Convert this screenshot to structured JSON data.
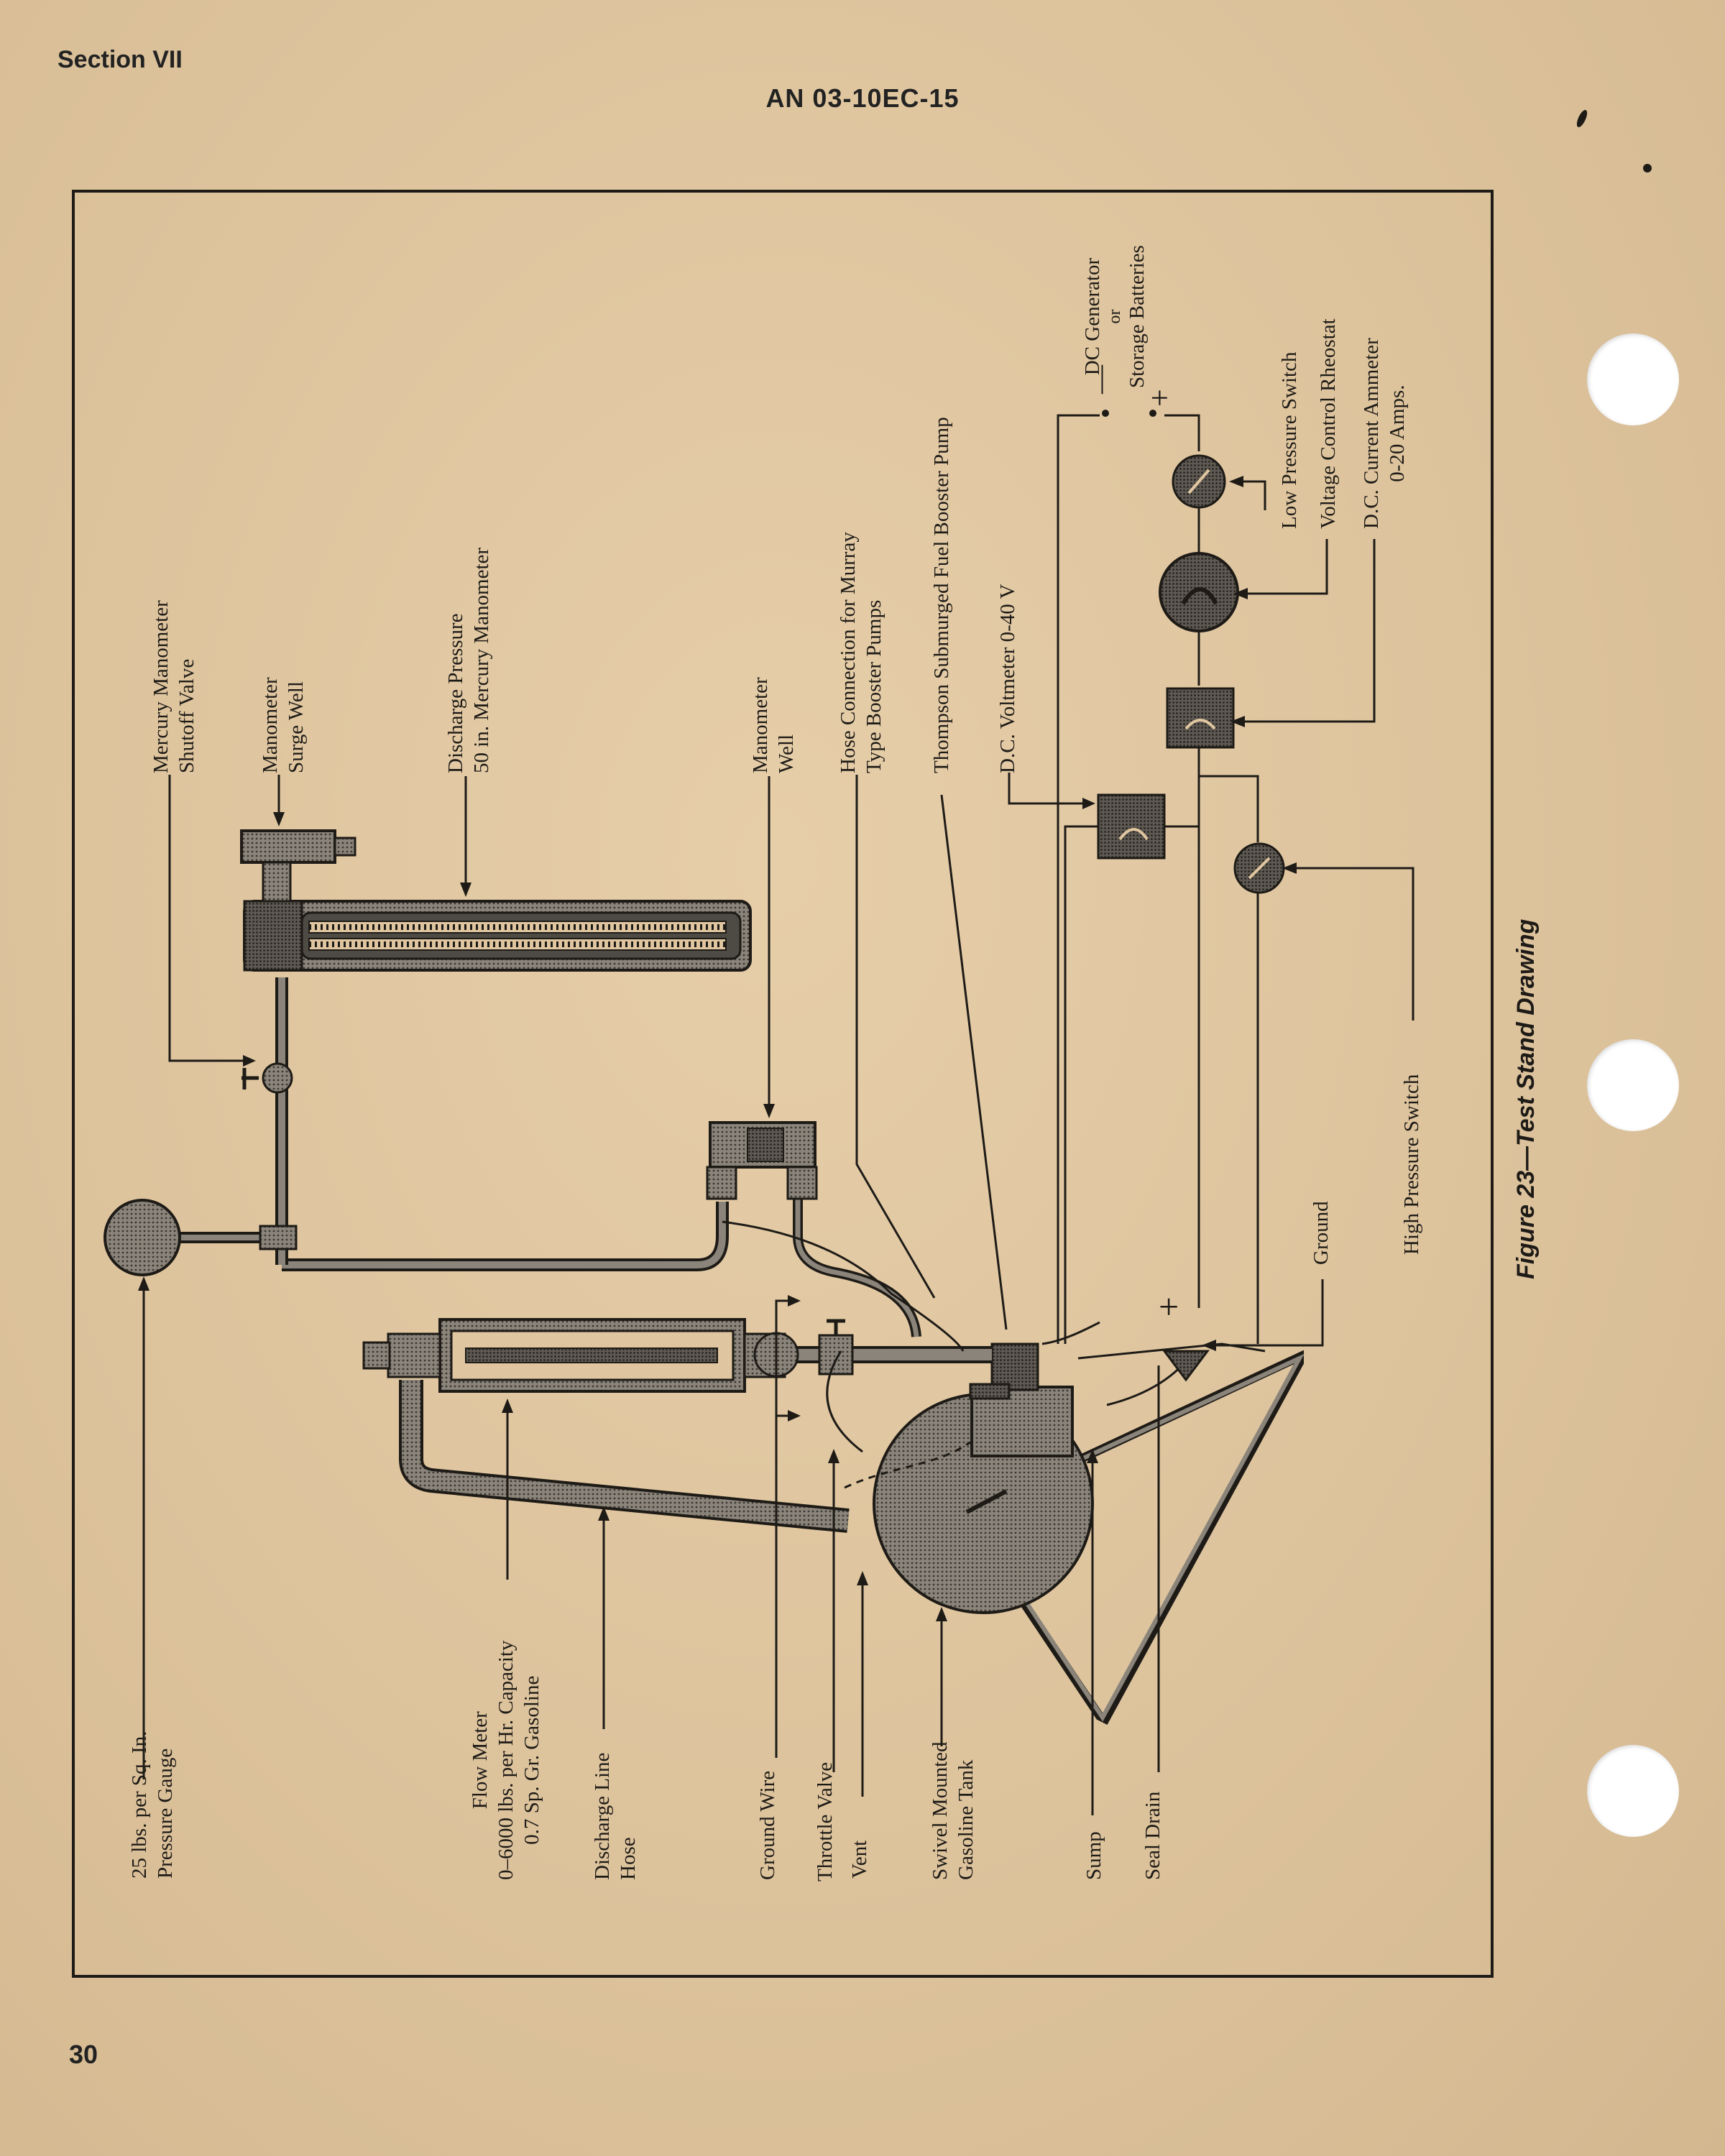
{
  "header": {
    "section": "Section VII",
    "doc_number": "AN 03-10EC-15"
  },
  "page_number": "30",
  "figure_caption": "Figure 23—Test Stand Drawing",
  "labels": {
    "pressure_gauge": [
      "25 lbs. per Sq. In.",
      "Pressure Gauge"
    ],
    "flow_meter": [
      "Flow Meter",
      "0–6000 lbs. per Hr. Capacity",
      "0.7 Sp. Gr. Gasoline"
    ],
    "discharge_hose": [
      "Discharge Line",
      "Hose"
    ],
    "ground_wire": [
      "Ground Wire"
    ],
    "throttle_valve": [
      "Throttle Valve"
    ],
    "vent": [
      "Vent"
    ],
    "gasoline_tank": [
      "Swivel Mounted",
      "Gasoline Tank"
    ],
    "sump": [
      "Sump"
    ],
    "seal_drain": [
      "Seal Drain"
    ],
    "shutoff_valve": [
      "Mercury Manometer",
      "Shutoff Valve"
    ],
    "surge_well": [
      "Manometer",
      "Surge Well"
    ],
    "discharge_pressure": [
      "Discharge Pressure",
      "50 in. Mercury Manometer"
    ],
    "manometer_well": [
      "Manometer",
      "Well"
    ],
    "hose_connection": [
      "Hose Connection for Murray",
      "Type Booster Pumps"
    ],
    "booster_pump": [
      "Thompson Submurged Fuel Booster Pump"
    ],
    "voltmeter": [
      "D.C. Voltmeter 0-40 V"
    ],
    "dc_generator": [
      "DC Generator",
      "or",
      "Storage Batteries"
    ],
    "low_pressure_switch": [
      "Low Pressure Switch"
    ],
    "rheostat": [
      "Voltage Control Rheostat"
    ],
    "ammeter": [
      "D.C. Current Ammeter",
      "0-20 Amps."
    ],
    "high_pressure_switch": [
      "High Pressure Switch"
    ],
    "ground": [
      "Ground"
    ]
  },
  "symbols": {
    "minus": "—",
    "plus": "+"
  },
  "colors": {
    "paper": "#dfc6a0",
    "ink": "#1e1b17",
    "equipment_fill": "#6f6a63"
  }
}
